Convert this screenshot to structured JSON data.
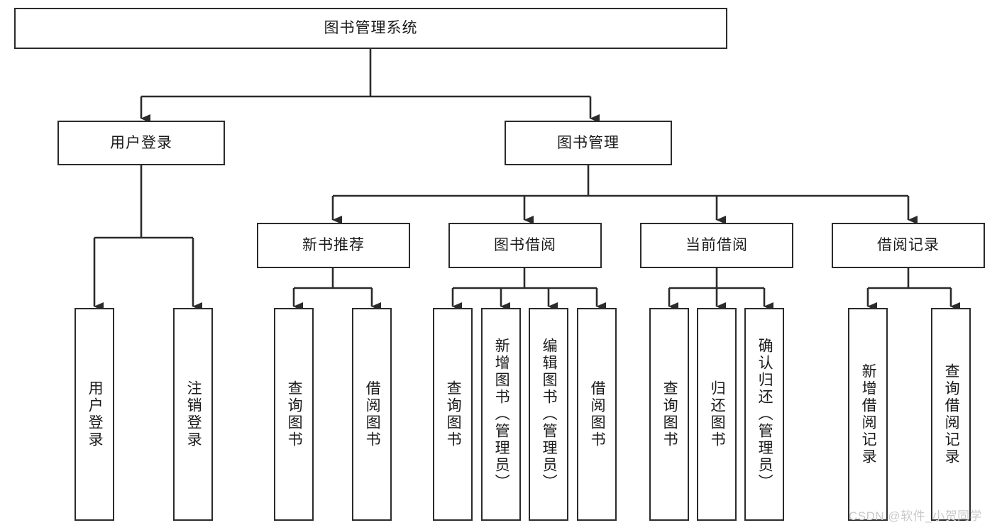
{
  "diagram": {
    "type": "tree-hierarchy",
    "title": "图书管理系统",
    "watermark": "CSDN @软件_小贺同学",
    "colors": {
      "box_border": "#2b2b2b",
      "box_fill": "#ffffff",
      "connector": "#2b2b2b",
      "text": "#1a1a1a",
      "watermark": "#c9c9c9"
    },
    "nodes": {
      "root": {
        "label": "图书管理系统",
        "level": 1,
        "orientation": "horizontal"
      },
      "l2": [
        {
          "id": "user-login",
          "label": "用户登录",
          "level": 2,
          "orientation": "horizontal"
        },
        {
          "id": "book-manage",
          "label": "图书管理",
          "level": 2,
          "orientation": "horizontal"
        }
      ],
      "l3": [
        {
          "id": "new-book-rec",
          "label": "新书推荐",
          "level": 3,
          "orientation": "horizontal"
        },
        {
          "id": "book-borrow",
          "label": "图书借阅",
          "level": 3,
          "orientation": "horizontal"
        },
        {
          "id": "current-borrow",
          "label": "当前借阅",
          "level": 3,
          "orientation": "horizontal"
        },
        {
          "id": "borrow-record",
          "label": "借阅记录",
          "level": 3,
          "orientation": "horizontal"
        }
      ],
      "leaves": [
        {
          "id": "leaf-user-login",
          "label": "用户登录",
          "parent": "user-login",
          "orientation": "vertical"
        },
        {
          "id": "leaf-logout",
          "label": "注销登录",
          "parent": "user-login",
          "orientation": "vertical"
        },
        {
          "id": "leaf-query-book-1",
          "label": "查询图书",
          "parent": "new-book-rec",
          "orientation": "vertical"
        },
        {
          "id": "leaf-borrow-book-1",
          "label": "借阅图书",
          "parent": "new-book-rec",
          "orientation": "vertical"
        },
        {
          "id": "leaf-query-book-2",
          "label": "查询图书",
          "parent": "book-borrow",
          "orientation": "vertical"
        },
        {
          "id": "leaf-add-book",
          "label": "新增图书（管理员）",
          "parent": "book-borrow",
          "orientation": "vertical"
        },
        {
          "id": "leaf-edit-book",
          "label": "编辑图书（管理员）",
          "parent": "book-borrow",
          "orientation": "vertical"
        },
        {
          "id": "leaf-borrow-book-2",
          "label": "借阅图书",
          "parent": "book-borrow",
          "orientation": "vertical"
        },
        {
          "id": "leaf-query-book-3",
          "label": "查询图书",
          "parent": "current-borrow",
          "orientation": "vertical"
        },
        {
          "id": "leaf-return-book",
          "label": "归还图书",
          "parent": "current-borrow",
          "orientation": "vertical"
        },
        {
          "id": "leaf-confirm-return",
          "label": "确认归还（管理员）",
          "parent": "current-borrow",
          "orientation": "vertical"
        },
        {
          "id": "leaf-add-record",
          "label": "新增借阅记录",
          "parent": "borrow-record",
          "orientation": "vertical"
        },
        {
          "id": "leaf-query-record",
          "label": "查询借阅记录",
          "parent": "borrow-record",
          "orientation": "vertical"
        }
      ]
    }
  }
}
